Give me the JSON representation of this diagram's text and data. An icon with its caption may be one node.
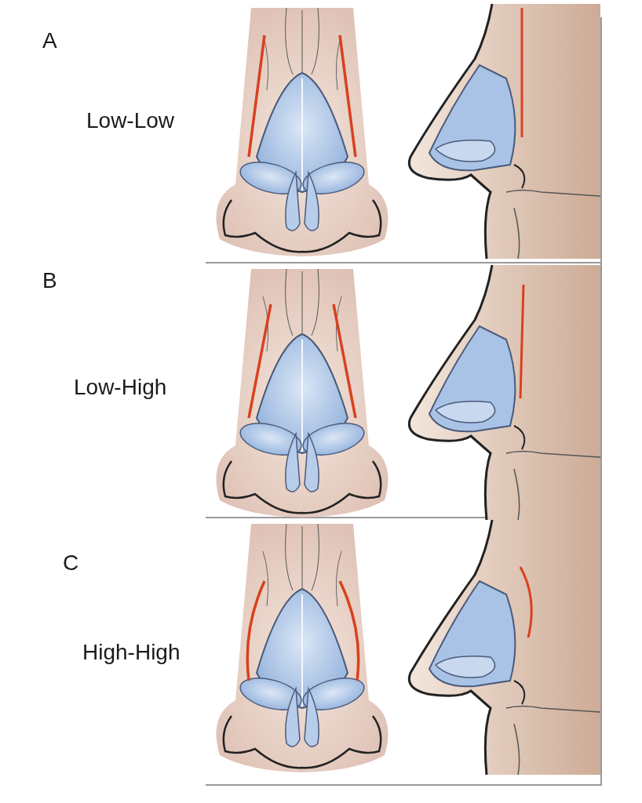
{
  "diagram": {
    "labels": [
      "A",
      "Low-Low",
      "B",
      "Low-High",
      "C",
      "High-High"
    ]
  }
}
